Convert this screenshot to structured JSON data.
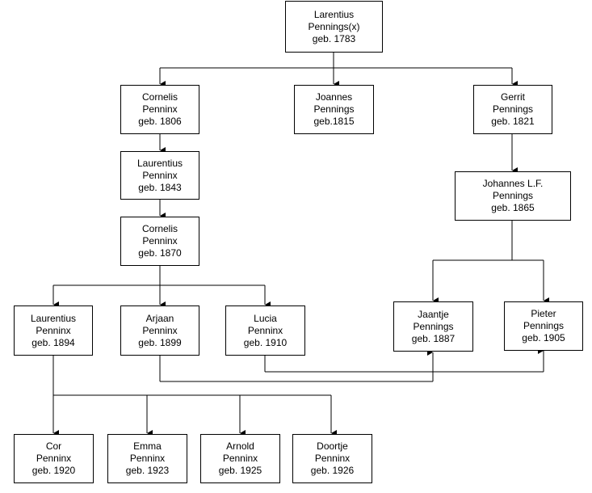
{
  "colors": {
    "line": "#000000",
    "box_border": "#000000",
    "box_fill": "#ffffff",
    "text": "#000000"
  },
  "nodes": {
    "larentius": {
      "line1": "Larentius",
      "line2": "Pennings(x)",
      "line3": "geb. 1783"
    },
    "cornelis_1806": {
      "line1": "Cornelis",
      "line2": "Penninx",
      "line3": "geb. 1806"
    },
    "joannes": {
      "line1": "Joannes",
      "line2": "Pennings",
      "line3": "geb.1815"
    },
    "gerrit": {
      "line1": "Gerrit",
      "line2": "Pennings",
      "line3": "geb. 1821"
    },
    "laurentius_1843": {
      "line1": "Laurentius",
      "line2": "Penninx",
      "line3": "geb. 1843"
    },
    "johannes": {
      "line1": "Johannes L.F.",
      "line2": "Pennings",
      "line3": "geb. 1865"
    },
    "cornelis_1870": {
      "line1": "Cornelis",
      "line2": "Penninx",
      "line3": "geb. 1870"
    },
    "laurentius_1894": {
      "line1": "Laurentius",
      "line2": "Penninx",
      "line3": "geb. 1894"
    },
    "arjaan": {
      "line1": "Arjaan",
      "line2": "Penninx",
      "line3": "geb. 1899"
    },
    "lucia": {
      "line1": "Lucia",
      "line2": "Penninx",
      "line3": "geb. 1910"
    },
    "jaantje": {
      "line1": "Jaantje",
      "line2": "Pennings",
      "line3": "geb. 1887"
    },
    "pieter": {
      "line1": "Pieter",
      "line2": "Pennings",
      "line3": "geb. 1905"
    },
    "cor": {
      "line1": "Cor",
      "line2": "Penninx",
      "line3": "geb. 1920"
    },
    "emma": {
      "line1": "Emma",
      "line2": "Penninx",
      "line3": "geb. 1923"
    },
    "arnold": {
      "line1": "Arnold",
      "line2": "Penninx",
      "line3": "geb. 1925"
    },
    "doortje": {
      "line1": "Doortje",
      "line2": "Penninx",
      "line3": "geb. 1926"
    }
  }
}
